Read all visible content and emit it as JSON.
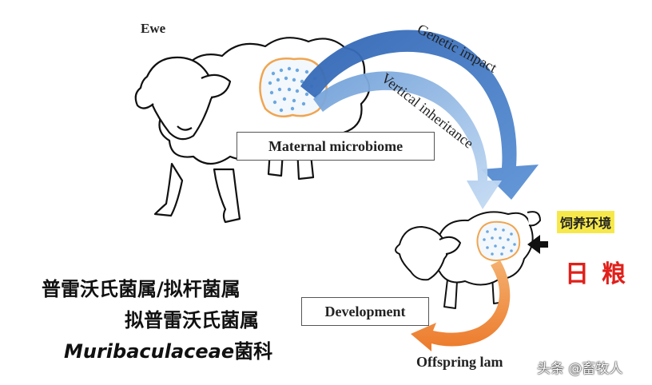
{
  "diagram": {
    "ewe_label": "Ewe",
    "maternal_microbiome_label": "Maternal microbiome",
    "genetic_impact_label": "Genetic impact",
    "vertical_inheritance_label": "Vertical inheritance",
    "development_label": "Development",
    "offspring_label": "Offspring lam",
    "feeding_environment_label": "饲养环境",
    "daily_ration_label": "日粮"
  },
  "bacteria_list": {
    "line1": "普雷沃氏菌属/拟杆菌属",
    "line2": "拟普雷沃氏菌属",
    "line3_italic": "Muribaculaceae",
    "line3_suffix": "菌科"
  },
  "watermark": "头条 @畜牧人",
  "colors": {
    "genetic_arrow": "#3f78c4",
    "vertical_arrow": "#8fb8e6",
    "development_arrow": "#f08a3a",
    "microbiome_outline": "#f0a550",
    "microbiome_dots": "#6ca8df",
    "feed_highlight": "#f6e84a",
    "ration_text": "#e0201b"
  }
}
